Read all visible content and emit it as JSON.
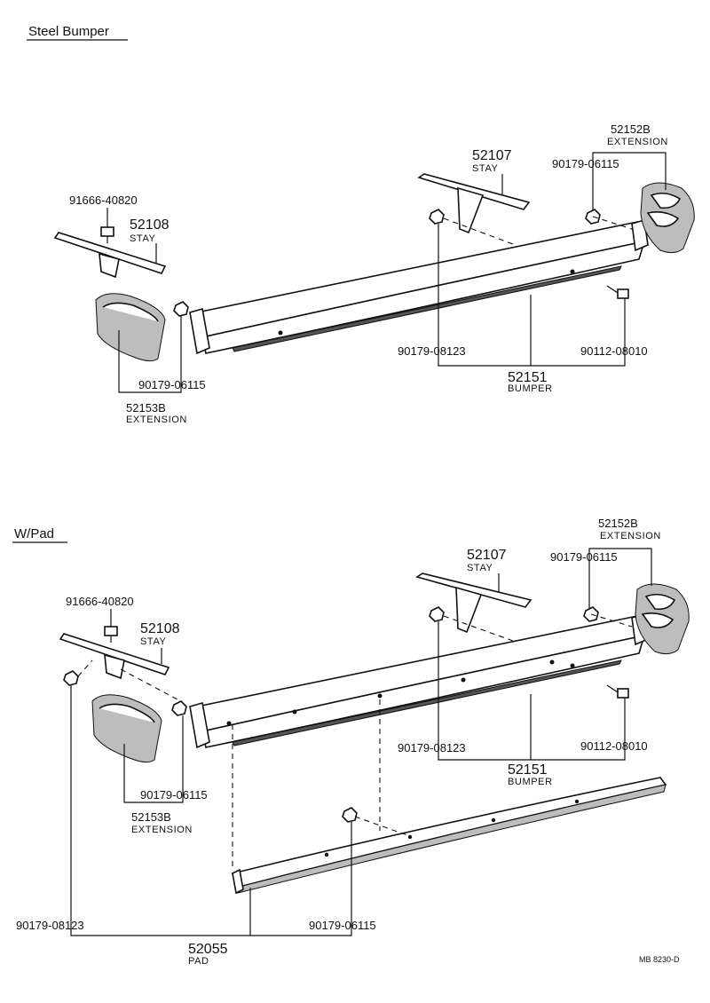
{
  "sections": [
    {
      "title": "Steel Bumper",
      "labels": {
        "bolt": "91666-40820",
        "stay_left_no": "52108",
        "stay_left_name": "STAY",
        "stay_right_no": "52107",
        "stay_right_name": "STAY",
        "ext_right_no": "52152B",
        "ext_right_name": "EXTENSION",
        "nut_right": "90179-06115",
        "nut_left": "90179-06115",
        "ext_left_no": "52153B",
        "ext_left_name": "EXTENSION",
        "nut_center": "90179-08123",
        "bolt_right": "90112-08010",
        "bumper_no": "52151",
        "bumper_name": "BUMPER"
      }
    },
    {
      "title": "W/Pad",
      "labels": {
        "bolt": "91666-40820",
        "stay_left_no": "52108",
        "stay_left_name": "STAY",
        "stay_right_no": "52107",
        "stay_right_name": "STAY",
        "ext_right_no": "52152B",
        "ext_right_name": "EXTENSION",
        "nut_right": "90179-06115",
        "nut_left": "90179-06115",
        "ext_left_no": "52153B",
        "ext_left_name": "EXTENSION",
        "nut_center": "90179-08123",
        "bolt_right": "90112-08010",
        "bumper_no": "52151",
        "bumper_name": "BUMPER",
        "nut_far_left": "90179-08123",
        "nut_pad": "90179-06115",
        "pad_no": "52055",
        "pad_name": "PAD"
      }
    }
  ],
  "diagram_code": "MB 8230-D"
}
